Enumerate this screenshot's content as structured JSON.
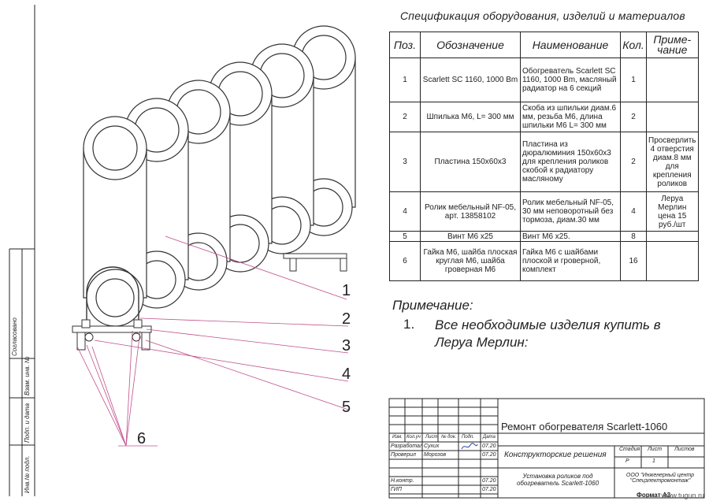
{
  "spec": {
    "title": "Спецификация оборудования, изделий и материалов",
    "headers": {
      "pos": "Поз.",
      "designation": "Обозначение",
      "name": "Наименование",
      "qty": "Кол.",
      "note": "Приме-чание"
    },
    "rows": [
      {
        "pos": "1",
        "designation": "Scarlett SC 1160, 1000 Bm",
        "name": "Обогреватель Scarlett SC 1160, 1000 Bm, масляный радиатор на 6 секций",
        "qty": "1",
        "note": ""
      },
      {
        "pos": "2",
        "designation": "Шпилька М6, L= 300 мм",
        "name": "Скоба из шпильки диам.6 мм, резьба М6, длина шпильки М6 L= 300 мм",
        "qty": "2",
        "note": ""
      },
      {
        "pos": "3",
        "designation": "Пластина 150х60х3",
        "name": "Пластина из дюралюминия 150х60х3 для крепления роликов скобой к радиатору масляному",
        "qty": "2",
        "note": "Просверлить 4 отверстия диам.8 мм для крепления роликов"
      },
      {
        "pos": "4",
        "designation": "Ролик мебельный NF-05, арт. 13858102",
        "name": "Ролик мебельный NF-05, 30 мм неповоротный без тормоза, диам.30 мм",
        "qty": "4",
        "note": "Леруа Мерлин цена 15 руб./шт"
      },
      {
        "pos": "5",
        "designation": "Винт М6 х25",
        "name": "Винт М6 х25.",
        "qty": "8",
        "note": ""
      },
      {
        "pos": "6",
        "designation": "Гайка М6, шайба плоская круглая М6, шайба гроверная М6",
        "name": "Гайка М6 с шайбами плоской и гроверной, комплект",
        "qty": "16",
        "note": ""
      }
    ]
  },
  "note": {
    "heading": "Примечание:",
    "number": "1.",
    "text": "Все необходимые изделия купить в Леруа Мерлин:"
  },
  "callouts": [
    "1",
    "2",
    "3",
    "4",
    "5",
    "6"
  ],
  "titleblock": {
    "project": "Ремонт обогревателя Scarlett-1060",
    "section": "Конструкторские решения",
    "sheet_title": "Установка роликов под обогреватель Scarlett-1060",
    "org": "ООО \"Инженерный центр \"Спецэлектромонтаж\"",
    "stage_h": "Стадия",
    "sheet_h": "Лист",
    "sheets_h": "Листов",
    "stage": "Р",
    "sheet": "1",
    "sheets": "",
    "col_izm": "Изм.",
    "col_kol": "Кол.уч",
    "col_list": "Лист",
    "col_doc": "№ док.",
    "col_sign": "Подп.",
    "col_date": "Дата",
    "role1": "Разработал",
    "name1": "Сухих",
    "date1": "07.20",
    "role2": "Проверил",
    "name2": "Морозов",
    "date2": "07.20",
    "role3": "Н.контр.",
    "date3": "07.20",
    "role4": "ГИП",
    "date4": "07.20"
  },
  "side": {
    "agreed": "Согласовано",
    "inv_sub": "Взам. инв. №",
    "sign_date": "Подп. и дата",
    "inv_orig": "Инв.№ подл."
  },
  "format": "Формат А3",
  "watermark": "www.tugun.ru"
}
